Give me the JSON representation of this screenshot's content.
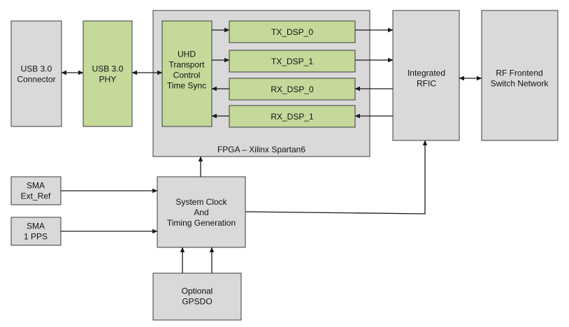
{
  "blocks": {
    "usb_connector": [
      "USB 3.0",
      "Connector"
    ],
    "usb_phy": [
      "USB 3.0",
      "PHY"
    ],
    "fpga": [
      "FPGA – Xilinx Spartan6"
    ],
    "uhd": [
      "UHD",
      "Transport",
      "Control",
      "Time Sync"
    ],
    "tx_dsp_0": [
      "TX_DSP_0"
    ],
    "tx_dsp_1": [
      "TX_DSP_1"
    ],
    "rx_dsp_0": [
      "RX_DSP_0"
    ],
    "rx_dsp_1": [
      "RX_DSP_1"
    ],
    "rfic": [
      "Integrated",
      "RFIC"
    ],
    "rf_frontend": [
      "RF Frontend",
      "Switch Network"
    ],
    "sma_ext_ref": [
      "SMA",
      "Ext_Ref"
    ],
    "sma_1pps": [
      "SMA",
      "1 PPS"
    ],
    "clock": [
      "System Clock",
      "And",
      "Timing Generation"
    ],
    "gpsdo": [
      "Optional",
      "GPSDO"
    ]
  },
  "colors": {
    "gray_fill": "#d9d9d9",
    "green_fill": "#c4d99a",
    "stroke": "#3a3a3a"
  }
}
